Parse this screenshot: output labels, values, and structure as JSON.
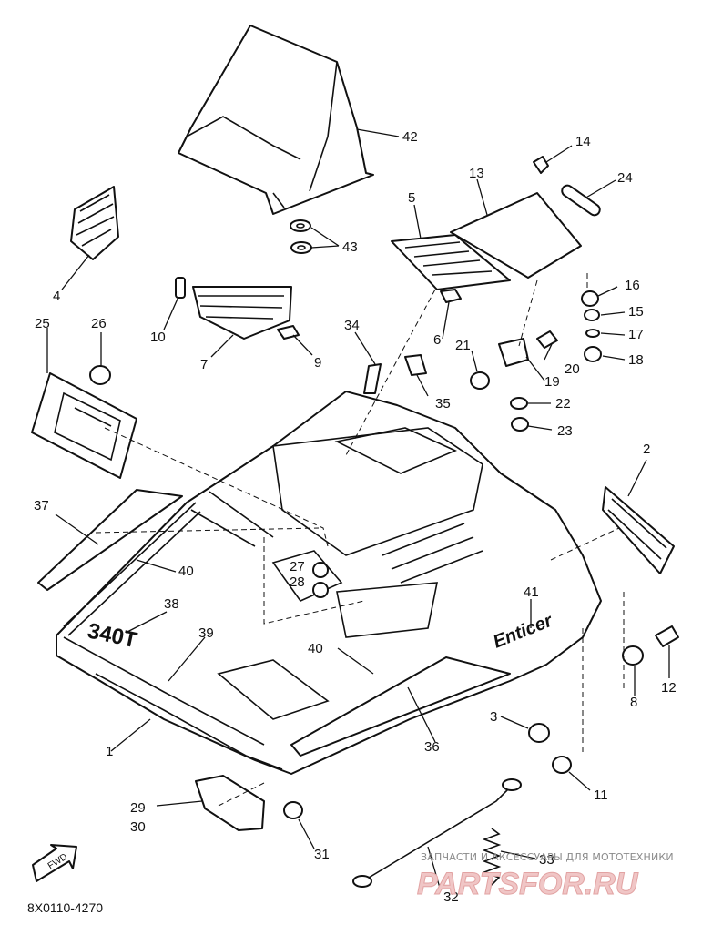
{
  "diagram": {
    "part_labels": [
      "1",
      "2",
      "3",
      "4",
      "5",
      "6",
      "7",
      "8",
      "9",
      "10",
      "11",
      "12",
      "13",
      "14",
      "15",
      "16",
      "17",
      "18",
      "19",
      "20",
      "21",
      "22",
      "23",
      "24",
      "25",
      "26",
      "27",
      "28",
      "29",
      "30",
      "31",
      "32",
      "33",
      "34",
      "35",
      "36",
      "37",
      "38",
      "39",
      "40",
      "40",
      "41",
      "42",
      "43"
    ],
    "model_decal": "340T",
    "brand_decal": "Enticer",
    "fwd_label": "FWD",
    "drawing_code": "8X0110-4270",
    "watermark_top": "ЗАПЧАСТИ И АКСЕССУАРЫ ДЛЯ МОТОТЕХНИКИ",
    "watermark_logo": "PARTSFOR.RU"
  }
}
